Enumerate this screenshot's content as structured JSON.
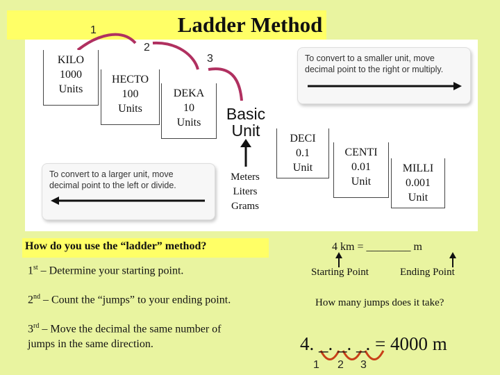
{
  "title": "Ladder Method",
  "step_numbers": [
    "1",
    "2",
    "3"
  ],
  "units": [
    {
      "name": "KILO",
      "value": "1000",
      "unit": "Units"
    },
    {
      "name": "HECTO",
      "value": "100",
      "unit": "Units"
    },
    {
      "name": "DEKA",
      "value": "10",
      "unit": "Units"
    },
    {
      "name": "DECI",
      "value": "0.1",
      "unit": "Unit"
    },
    {
      "name": "CENTI",
      "value": "0.01",
      "unit": "Unit"
    },
    {
      "name": "MILLI",
      "value": "0.001",
      "unit": "Unit"
    }
  ],
  "basic_unit": {
    "line1": "Basic",
    "line2": "Unit"
  },
  "base_units": [
    "Meters",
    "Liters",
    "Grams"
  ],
  "note_smaller": {
    "line1": "To convert to a smaller unit, move",
    "line2": "decimal  point to the right or multiply."
  },
  "note_larger": {
    "line1": "To convert to a larger unit, move",
    "line2": "decimal  point to the left or divide."
  },
  "question": "How do you use the “ladder” method?",
  "steps": [
    {
      "ord": "1",
      "sup": "st",
      "text": " – Determine your starting point."
    },
    {
      "ord": "2",
      "sup": "nd",
      "text": " – Count the “jumps” to your ending point."
    },
    {
      "ord": "3",
      "sup": "rd",
      "text": " – Move the decimal the same number of",
      "text2": "jumps in the same direction."
    }
  ],
  "example": {
    "equation": "4 km = ________ m",
    "starting_label": "Starting Point",
    "ending_label": "Ending Point",
    "jumps_question": "How many jumps does it take?",
    "answer": "4. _. _. _. = 4000 m",
    "jump_numbers": [
      "1",
      "2",
      "3"
    ]
  },
  "colors": {
    "background": "#e9f4a0",
    "banner": "#ffff66",
    "arrow": "#b03060"
  }
}
